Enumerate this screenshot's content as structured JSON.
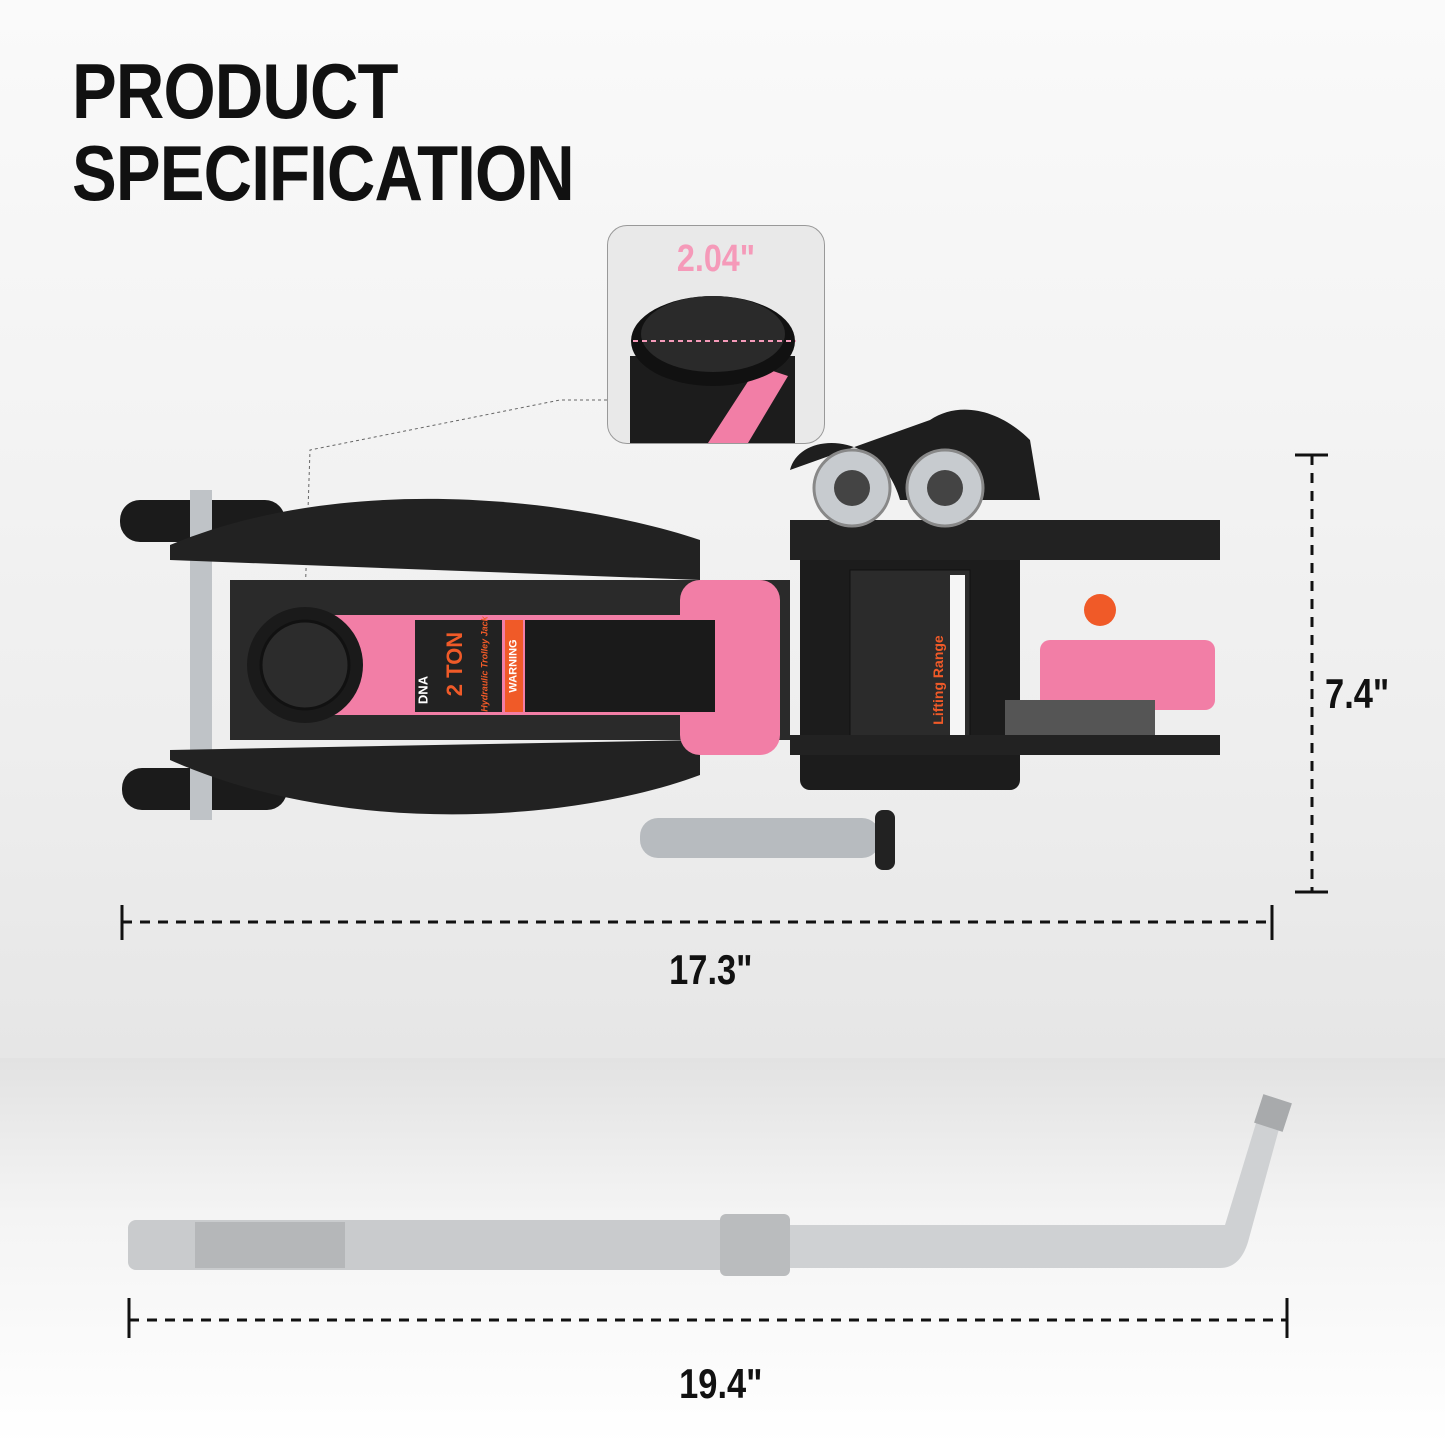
{
  "title": {
    "line1": "PRODUCT",
    "line2": "SPECIFICATION"
  },
  "saddle_inset": {
    "diameter_label": "2.04\""
  },
  "jack": {
    "height_label": "7.4\"",
    "length_label": "17.3\"",
    "product_lettering": [
      "DNA",
      "2 TON",
      "Hydraulic Trolley Jack",
      "Lifting Range",
      "WARNING"
    ]
  },
  "handle": {
    "length_label": "19.4\""
  },
  "colors": {
    "accent_pink": "#f27ea6",
    "label_orange": "#f05a28",
    "frame_black": "#1a1a1a",
    "dimension_pink": "#f59ab9"
  }
}
